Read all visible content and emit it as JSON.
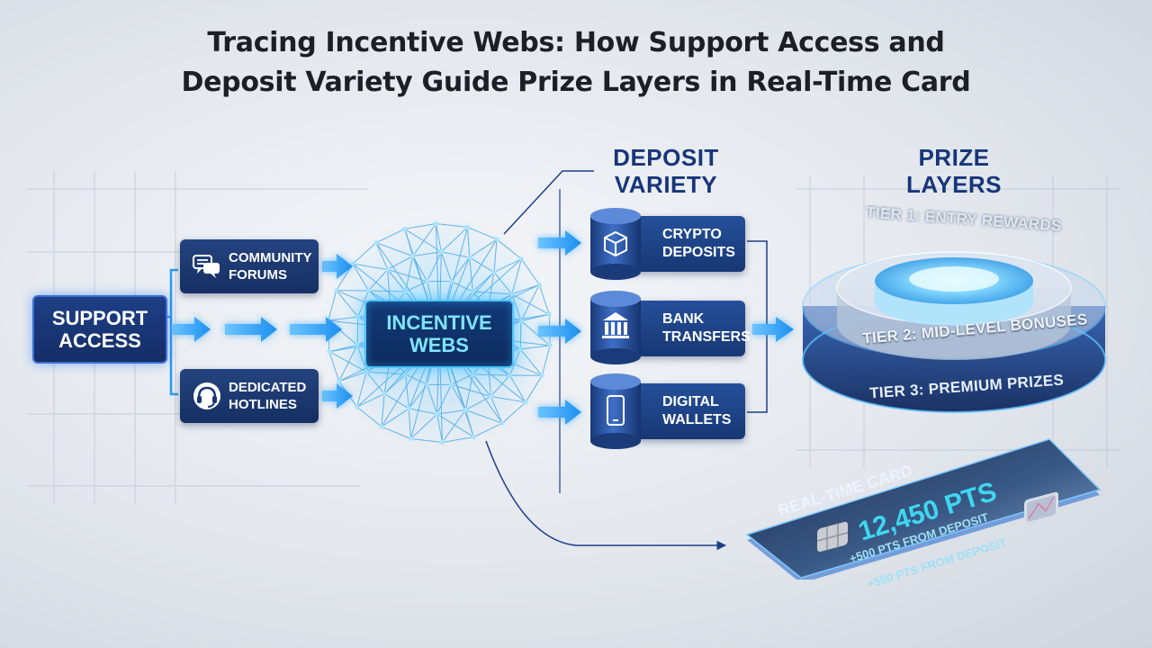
{
  "title": {
    "line1": "Tracing Incentive Webs: How Support Access and",
    "line2": "Deposit Variety Guide Prize Layers in Real-Time Card"
  },
  "support": {
    "label_line1": "SUPPORT",
    "label_line2": "ACCESS",
    "channels": [
      {
        "line1": "COMMUNITY",
        "line2": "FORUMS",
        "icon": "chat-bubbles-icon"
      },
      {
        "line1": "DEDICATED",
        "line2": "HOTLINES",
        "icon": "headset-icon"
      }
    ]
  },
  "incentive": {
    "line1": "INCENTIVE",
    "line2": "WEBS"
  },
  "deposit": {
    "heading_line1": "DEPOSIT",
    "heading_line2": "VARIETY",
    "methods": [
      {
        "line1": "CRYPTO",
        "line2": "DEPOSITS",
        "icon": "crypto-cube-icon"
      },
      {
        "line1": "BANK",
        "line2": "TRANSFERS",
        "icon": "bank-icon"
      },
      {
        "line1": "DIGITAL",
        "line2": "WALLETS",
        "icon": "smartphone-icon"
      }
    ]
  },
  "prize": {
    "heading_line1": "PRIZE",
    "heading_line2": "LAYERS",
    "tiers": [
      "TIER 1: ENTRY REWARDS",
      "TIER 2: MID-LEVEL BONUSES",
      "TIER 3: PREMIUM PRIZES"
    ]
  },
  "card": {
    "title": "REAL-TIME CARD",
    "points": "12,450 PTS",
    "line1": "+500 PTS FROM DEPOSIT",
    "line2": "+500 PTS FROM DEPOSIT"
  },
  "colors": {
    "navy": "#17367a",
    "box_blue": "#1e3f86",
    "glow_cyan": "#4fc3ff",
    "arrow_blue": "#2fa8f5"
  }
}
